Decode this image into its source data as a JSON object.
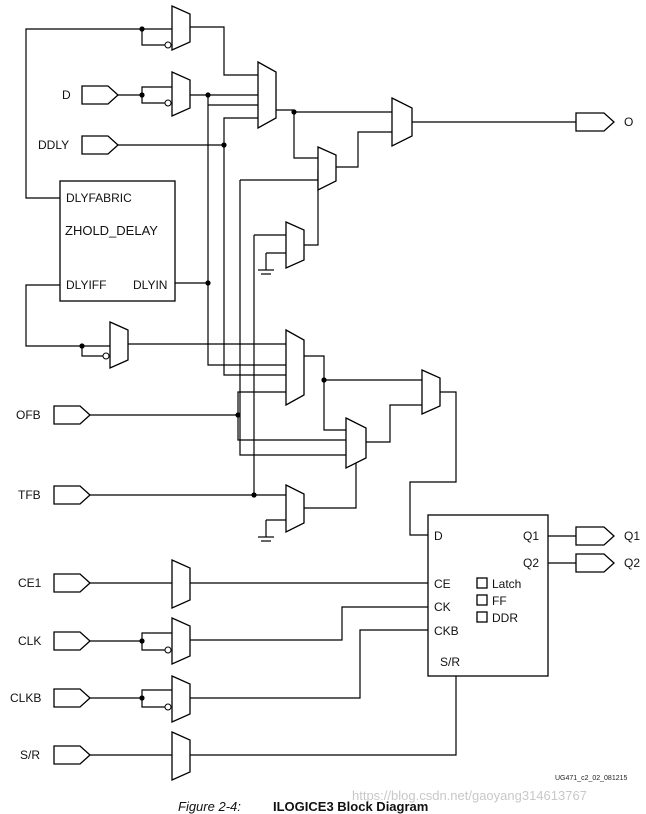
{
  "inputs": {
    "d": "D",
    "ddly": "DDLY",
    "ofb": "OFB",
    "tfb": "TFB",
    "ce1": "CE1",
    "clk": "CLK",
    "clkb": "CLKB",
    "sr": "S/R"
  },
  "outputs": {
    "o": "O",
    "q1": "Q1",
    "q2": "Q2"
  },
  "zhold": {
    "title": "ZHOLD_DELAY",
    "pin_dlyfabric": "DLYFABRIC",
    "pin_dlyiff": "DLYIFF",
    "pin_dlyin": "DLYIN"
  },
  "storage": {
    "pin_d": "D",
    "pin_q1": "Q1",
    "pin_q2": "Q2",
    "pin_ce": "CE",
    "pin_ck": "CK",
    "pin_ckb": "CKB",
    "pin_sr": "S/R",
    "opt_latch": "Latch",
    "opt_ff": "FF",
    "opt_ddr": "DDR"
  },
  "doc_code": "UG471_c2_02_081215",
  "watermark": "https://blog.csdn.net/gaoyang314613767",
  "caption": {
    "figure": "Figure 2-4:",
    "title": "ILOGICE3 Block Diagram"
  }
}
